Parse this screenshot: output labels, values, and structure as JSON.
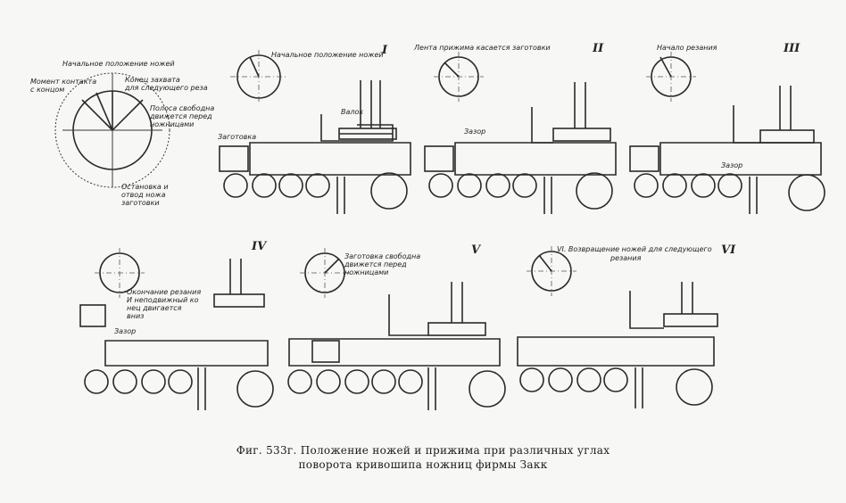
{
  "caption": {
    "line1": "Фиг. 533г. Положение ножей и прижима при различных углах",
    "line2": "поворота кривошипа ножниц фирмы Закк"
  },
  "key_diagram": {
    "labels": {
      "start_rotation": "Начальное положение ножей",
      "end_grip": "Конец захвата",
      "free_strip": "Полоса свободна",
      "moving_before": "движется перед",
      "shears": "ножницами",
      "end_cut": "Конец захвата",
      "next_cut": "для следующего реза",
      "contact": "Момент контакта",
      "with_end": "с концом",
      "billet": "заготовки",
      "stop": "Остановка и",
      "reverse": "отвод ножа"
    }
  },
  "panels": [
    {
      "roman": "I",
      "label": "Начальное положение ножей",
      "note": "Валок",
      "side": "Заготовка"
    },
    {
      "roman": "II",
      "label": "Лента прижима касается заготовки",
      "note": "Зазор"
    },
    {
      "roman": "III",
      "label": "Начало резания",
      "note": "Зазор"
    },
    {
      "roman": "IV",
      "label": "Окончание резания",
      "sub1": "И неподвижный ко",
      "sub2": "нец двигается",
      "sub3": "вниз",
      "note": "Зазор"
    },
    {
      "roman": "V",
      "label": "Заготовка свободна",
      "sub1": "движется перед",
      "sub2": "ножницами"
    },
    {
      "roman": "VI",
      "label": "VI. Возвращение ножей для следующего",
      "sub1": "резания"
    }
  ]
}
